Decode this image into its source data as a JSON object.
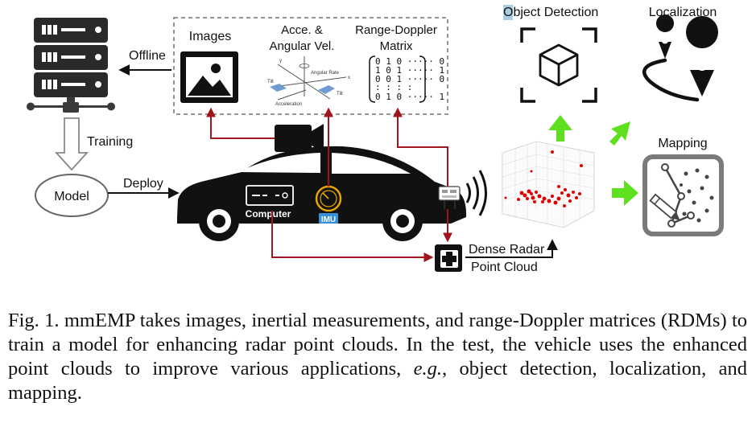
{
  "diagram": {
    "labels": {
      "offline": "Offline",
      "training": "Training",
      "deploy": "Deploy",
      "model": "Model",
      "images": "Images",
      "imu_line1": "Acce. &",
      "imu_line2": "Angular Vel.",
      "rdm_line1": "Range-Doppler",
      "rdm_line2": "Matrix",
      "computer": "Computer",
      "imu_badge": "IMU",
      "dense_radar_line1": "Dense Radar",
      "dense_radar_line2": "Point Cloud",
      "object_detection": "Object Detection",
      "localization": "Localization",
      "mapping": "Mapping"
    },
    "imu_axis_labels": {
      "y": "y",
      "x": "x",
      "angular_rate": "Angular Rate",
      "acceleration": "Acceleration",
      "tilt_left": "Tilt",
      "tilt_right": "Tilt"
    },
    "matrix_rows": [
      "0 1 0 ····· 0",
      "1 0 1 ····· 1",
      "0 0 1 ····· 0",
      " :  :  :       :",
      "0 1 0 ····· 1"
    ],
    "colors": {
      "arrow_red": "#a0141e",
      "arrow_green": "#5ee01e",
      "imu_ring": "#e8a400",
      "imu_badge": "#3a8fd8",
      "mapping_border": "#7a7a7a",
      "point_red": "#dd0000"
    }
  },
  "caption": {
    "prefix": "Fig. 1.   mmEMP takes images, inertial measurements, and range-Doppler matrices (RDMs) to train a model for enhancing radar point clouds. In the test, the vehicle uses the enhanced point clouds to improve various applications, ",
    "eg": "e.g.",
    "suffix": ", object detection, localization, and mapping."
  }
}
